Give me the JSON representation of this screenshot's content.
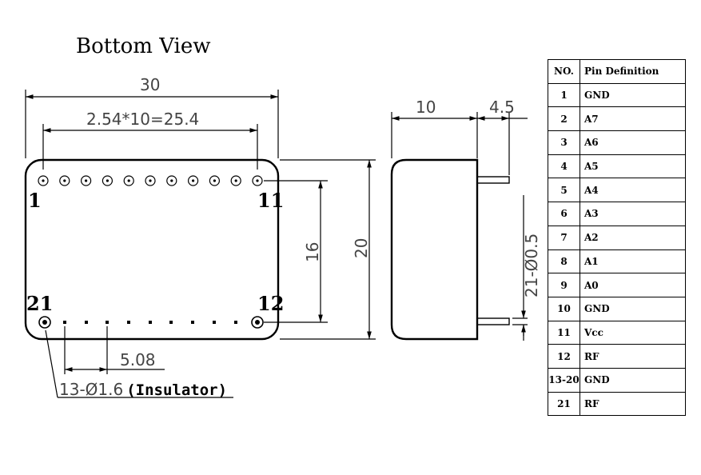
{
  "title": "Bottom  View",
  "dimensions": {
    "width_total": "30",
    "pin_span": "2.54*10=25.4",
    "height": "20",
    "pin_row_gap": "16",
    "side_depth": "10",
    "pin_length": "4.5",
    "pin_diameter": "21-Ø0.5",
    "insulator_pitch": "5.08",
    "insulator_prefix": "13-Ø1.6",
    "insulator_suffix": "(Insulator)"
  },
  "pin_labels": {
    "top_left": "1",
    "top_right": "11",
    "bottom_left": "21",
    "bottom_right": "12"
  },
  "table": {
    "headers": [
      "NO.",
      "Pin Definition"
    ],
    "rows": [
      [
        "1",
        "GND"
      ],
      [
        "2",
        "A7"
      ],
      [
        "3",
        "A6"
      ],
      [
        "4",
        "A5"
      ],
      [
        "5",
        "A4"
      ],
      [
        "6",
        "A3"
      ],
      [
        "7",
        "A2"
      ],
      [
        "8",
        "A1"
      ],
      [
        "9",
        "A0"
      ],
      [
        "10",
        "GND"
      ],
      [
        "11",
        "Vcc"
      ],
      [
        "12",
        "RF"
      ],
      [
        "13-20",
        "GND"
      ],
      [
        "21",
        "RF"
      ]
    ]
  }
}
